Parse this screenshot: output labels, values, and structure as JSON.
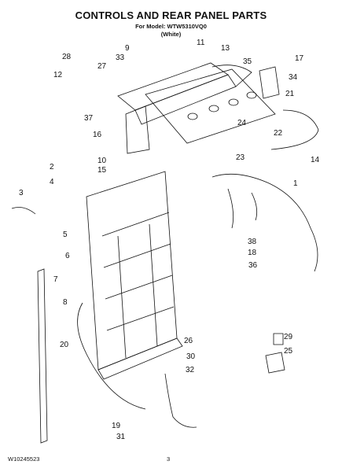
{
  "header": {
    "title": "CONTROLS AND REAR PANEL PARTS",
    "model_line": "For Model: WTW5310VQ0",
    "color_line": "(White)"
  },
  "footer": {
    "doc_number": "W10245523",
    "page_number": "3"
  },
  "callouts": [
    "1",
    "2",
    "3",
    "4",
    "5",
    "6",
    "7",
    "8",
    "9",
    "10",
    "11",
    "12",
    "13",
    "14",
    "15",
    "16",
    "17",
    "18",
    "19",
    "20",
    "21",
    "22",
    "23",
    "24",
    "25",
    "26",
    "27",
    "28",
    "29",
    "30",
    "31",
    "32",
    "33",
    "34",
    "35",
    "36",
    "37",
    "38"
  ],
  "colors": {
    "line": "#111111",
    "background": "#ffffff"
  }
}
